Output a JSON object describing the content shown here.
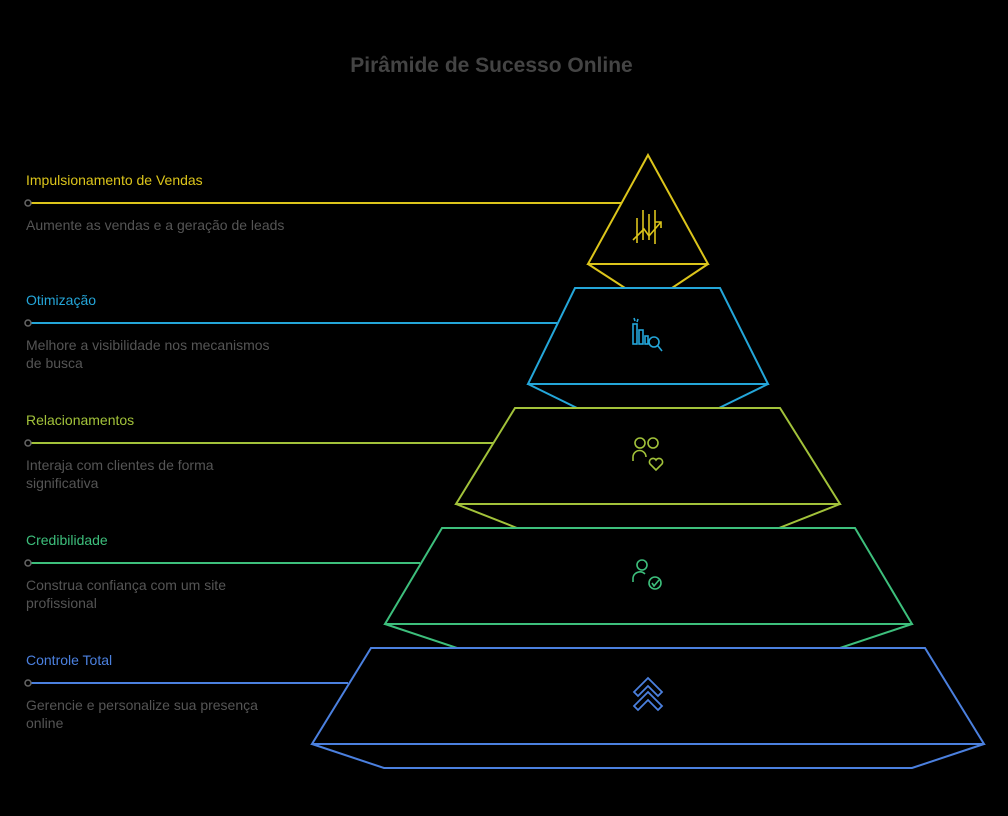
{
  "title": "Pirâmide de Sucesso Online",
  "levels": [
    {
      "label": "Impulsionamento de Vendas",
      "description": "Aumente as vendas e a geração de leads",
      "color": "#dcc51b",
      "icon": "chart-growth-icon"
    },
    {
      "label": "Otimização",
      "description": "Melhore a visibilidade nos mecanismos de busca",
      "color": "#24a6d9",
      "icon": "seo-ranking-icon"
    },
    {
      "label": "Relacionamentos",
      "description": "Interaja com clientes de forma significativa",
      "color": "#a2c23a",
      "icon": "people-heart-icon"
    },
    {
      "label": "Credibilidade",
      "description": "Construa confiança com um site profissional",
      "color": "#3dbf7c",
      "icon": "user-check-icon"
    },
    {
      "label": "Controle Total",
      "description": "Gerencie e personalize sua presença online",
      "color": "#4b80df",
      "icon": "double-chevron-up-icon"
    }
  ]
}
